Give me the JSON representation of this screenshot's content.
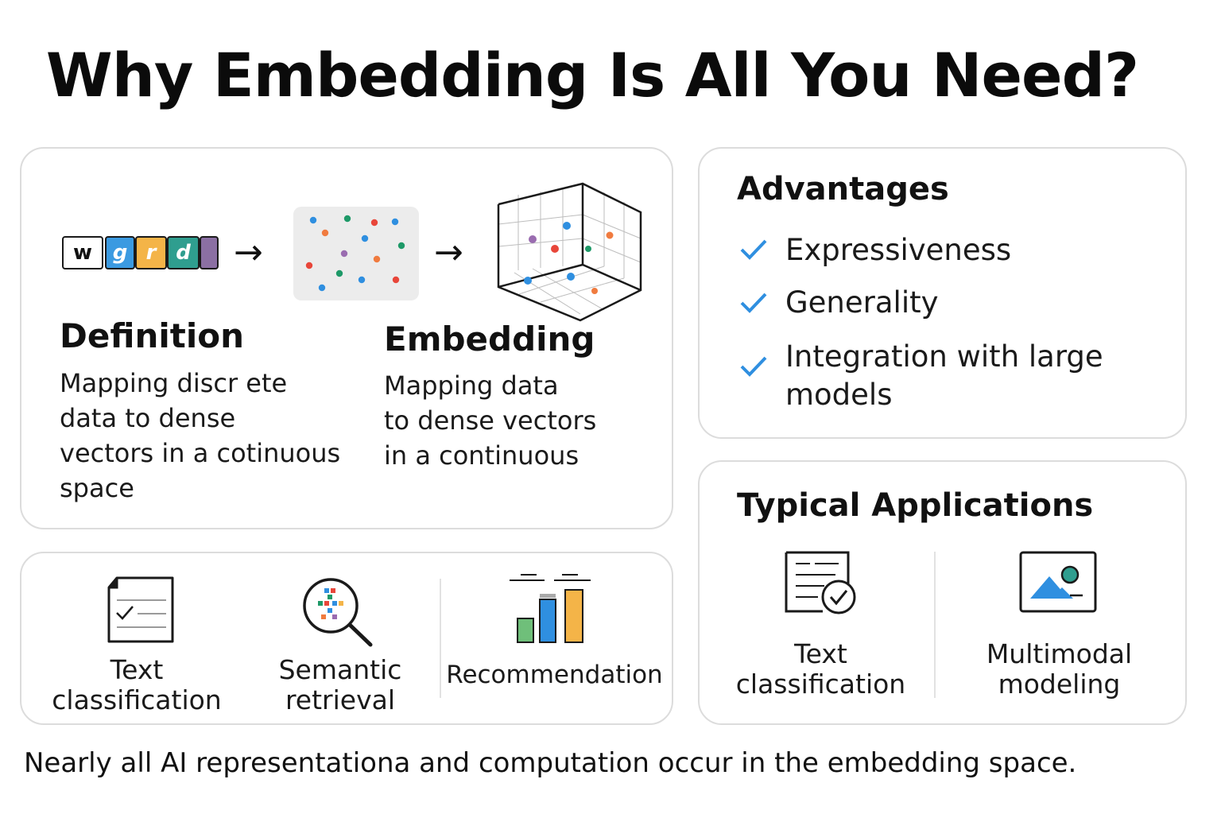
{
  "title": "Why Embedding Is All You Need?",
  "pipeline": {
    "tokens": [
      {
        "letter": "w",
        "color": "#ffffff"
      },
      {
        "letter": "g",
        "color": "#3b9ae1"
      },
      {
        "letter": "r",
        "color": "#f4b448"
      },
      {
        "letter": "d",
        "color": "#2f9e8f"
      },
      {
        "letter": "",
        "color": "#8b6fa3"
      }
    ],
    "arrow_glyph": "→",
    "scatter_colors": [
      "#2f8fe0",
      "#1e9968",
      "#f07b3f",
      "#e8463a",
      "#9a6cb0"
    ]
  },
  "definition": {
    "heading": "Definition",
    "text": "Mapping discr ete\ndata to dense\nvectors in a cotinuous\nspace"
  },
  "embedding": {
    "heading": "Embedding",
    "text": "Mapping data\nto dense  vectors\nin a continuous"
  },
  "left_apps": [
    {
      "label": "Text\nclassification",
      "icon": "document-check-icon"
    },
    {
      "label": "Semantic\nretrieval",
      "icon": "magnifier-icon"
    },
    {
      "label": "Recommendation",
      "icon": "bar-chart-icon"
    }
  ],
  "advantages": {
    "heading": "Advantages",
    "items": [
      "Expressiveness",
      "Generality",
      "Integration with large\nmodels"
    ],
    "check_color": "#2f8fe0"
  },
  "typical": {
    "heading": "Typical Applications",
    "items": [
      {
        "label": "Text\nclassification",
        "icon": "document-check-icon"
      },
      {
        "label": "Multimodal\nmodeling",
        "icon": "image-icon"
      }
    ]
  },
  "footer": "Nearly all AI representationa  and computation occur in the embedding space."
}
